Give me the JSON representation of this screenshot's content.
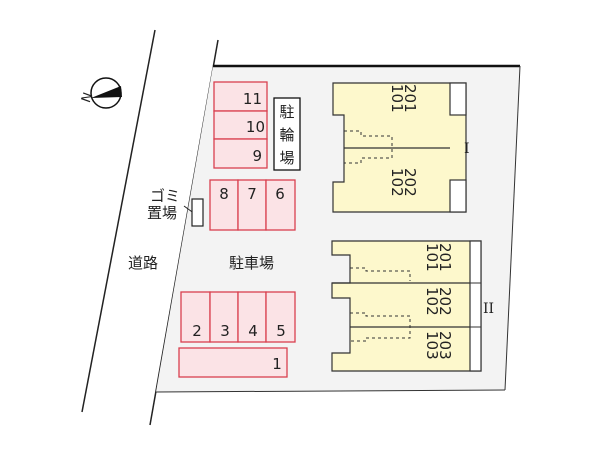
{
  "colors": {
    "parking_fill": "#fbe3e6",
    "parking_stroke": "#d9404f",
    "building_fill": "#fdf8cc",
    "lot_fill": "#f3f3f3"
  },
  "compass": {
    "label": "N",
    "icon": "north-arrow-icon"
  },
  "labels": {
    "road": "道路",
    "parking_lot": "駐車場",
    "bike_parking": [
      "駐",
      "輪",
      "場"
    ],
    "garbage_line1": "ゴミ",
    "garbage_line2": "置場"
  },
  "parking_spaces": {
    "s11": "11",
    "s10": "10",
    "s9": "9",
    "s8": "8",
    "s7": "7",
    "s6": "6",
    "s2": "2",
    "s3": "3",
    "s4": "4",
    "s5": "5",
    "s1": "1"
  },
  "buildings": {
    "b1": {
      "label": "I",
      "units": [
        [
          "201",
          "101"
        ],
        [
          "202",
          "102"
        ]
      ]
    },
    "b2": {
      "label": "II",
      "units": [
        [
          "201",
          "101"
        ],
        [
          "202",
          "102"
        ],
        [
          "203",
          "103"
        ]
      ]
    }
  }
}
